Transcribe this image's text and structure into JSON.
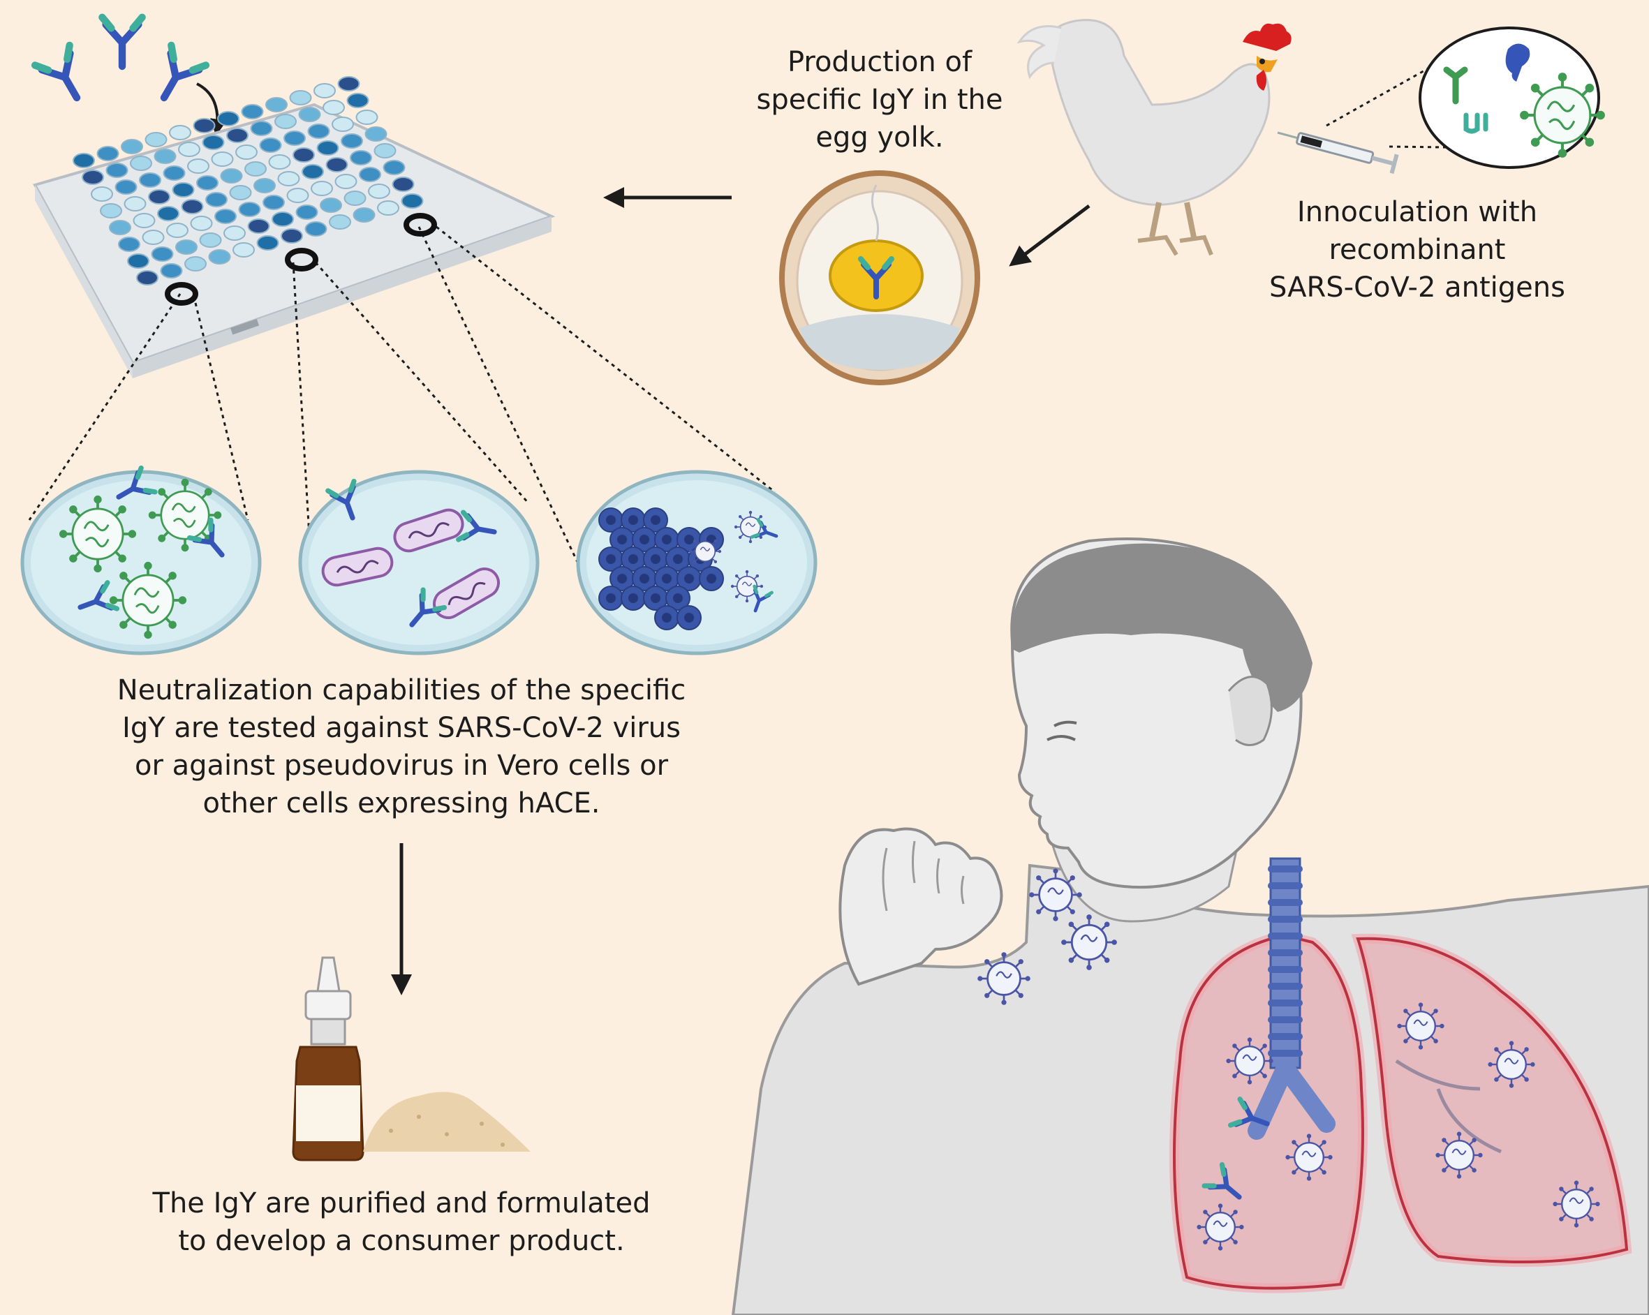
{
  "captions": {
    "production": [
      "Production of",
      "specific IgY in the",
      "egg yolk."
    ],
    "inoculation": [
      "Innoculation with",
      "recombinant",
      "SARS-CoV-2 antigens"
    ],
    "neutralization": [
      "Neutralization capabilities of the specific",
      "IgY are tested against SARS-CoV-2 virus",
      "or against pseudovirus in Vero cells or",
      "other cells expressing hACE."
    ],
    "product": [
      "The IgY are purified and formulated",
      "to develop a consumer product."
    ]
  },
  "colors": {
    "background": "#fcefe0",
    "virus_green": "#3f9a52",
    "virus_blue": "#4a55a6",
    "antibody_blue": "#3556b8",
    "antibody_teal": "#3fae9a",
    "yolk": "#f3c21c",
    "egg_shell": "#c08a58",
    "lung_red": "#c84a56",
    "skin_gray": "#d9d9d9",
    "vero_cell": "#3a56a8",
    "pseudovirus": "#b289c4"
  },
  "icons": [
    "antibody-icon",
    "virus-icon",
    "chicken-icon",
    "egg-icon",
    "syringe-icon",
    "well-plate-icon",
    "petri-dish-icon",
    "nasal-spray-icon",
    "powder-icon",
    "human-figure-icon",
    "lungs-icon",
    "arrow-icon"
  ]
}
